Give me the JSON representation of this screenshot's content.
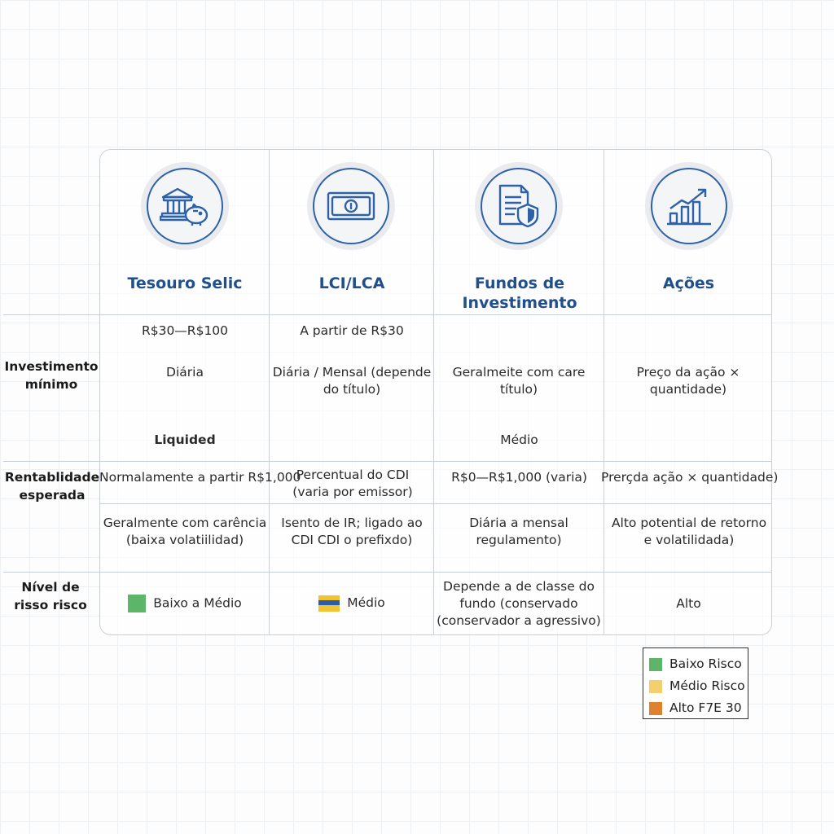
{
  "columns": [
    {
      "title": "Tesouro Selic",
      "icon": "bank-piggy-icon"
    },
    {
      "title": "LCI/LCA",
      "icon": "banknote-icon"
    },
    {
      "title": "Fundos de Investimento",
      "icon": "document-shield-icon"
    },
    {
      "title": "Ações",
      "icon": "rising-chart-icon"
    }
  ],
  "row_labels": {
    "investimento": "Investimento mínimo",
    "rentabilidade": "Rentablidade esperada",
    "risco": "Nível de risso risco"
  },
  "cells": {
    "r1_c1": "R$30—R$100",
    "r1_c2": "A partir de R$30",
    "r2_c1": "Diária",
    "r2_c2": "Diária / Mensal (depende do título)",
    "r2_c3": "Geralmeite com care título)",
    "r2_c4": "Preço da ação × quantidade)",
    "r3_c1": "Liquided",
    "r3_c3": "Médio",
    "r4_c1": "Normalamente a partir R$1,000",
    "r4_c2": "Percentual do CDI (varia por emissor)",
    "r4_c3": "R$0—R$1,000 (varia)",
    "r4_c4": "Prerçda ação × quantidade)",
    "r5_c1": "Geralmente com carência (baixa volatiilidad)",
    "r5_c2": "Isento de IR; ligado ao CDI CDI o prefixdo)",
    "r5_c3": "Diária a mensal regulamento)",
    "r5_c4": "Alto potential de retorno e volatilidada)",
    "r6_c1": "Baixo a Médio",
    "r6_c2": "Médio",
    "r6_c3": "Depende a de classe do fundo (conservado (conservador a agressivo)",
    "r6_c4": "Alto"
  },
  "legend": [
    {
      "label": "Baixo Risco",
      "color": "#5db56a"
    },
    {
      "label": "Médio Risco",
      "color": "#f4cf6e"
    },
    {
      "label": "Alto F7E 30",
      "color": "#e0812e"
    }
  ],
  "colors": {
    "accent": "#1f4f8c",
    "icon_stroke": "#2e62a8",
    "risk_low": "#5db56a",
    "risk_mid_yellow": "#f2c230",
    "risk_mid_blue": "#2a5da8"
  }
}
